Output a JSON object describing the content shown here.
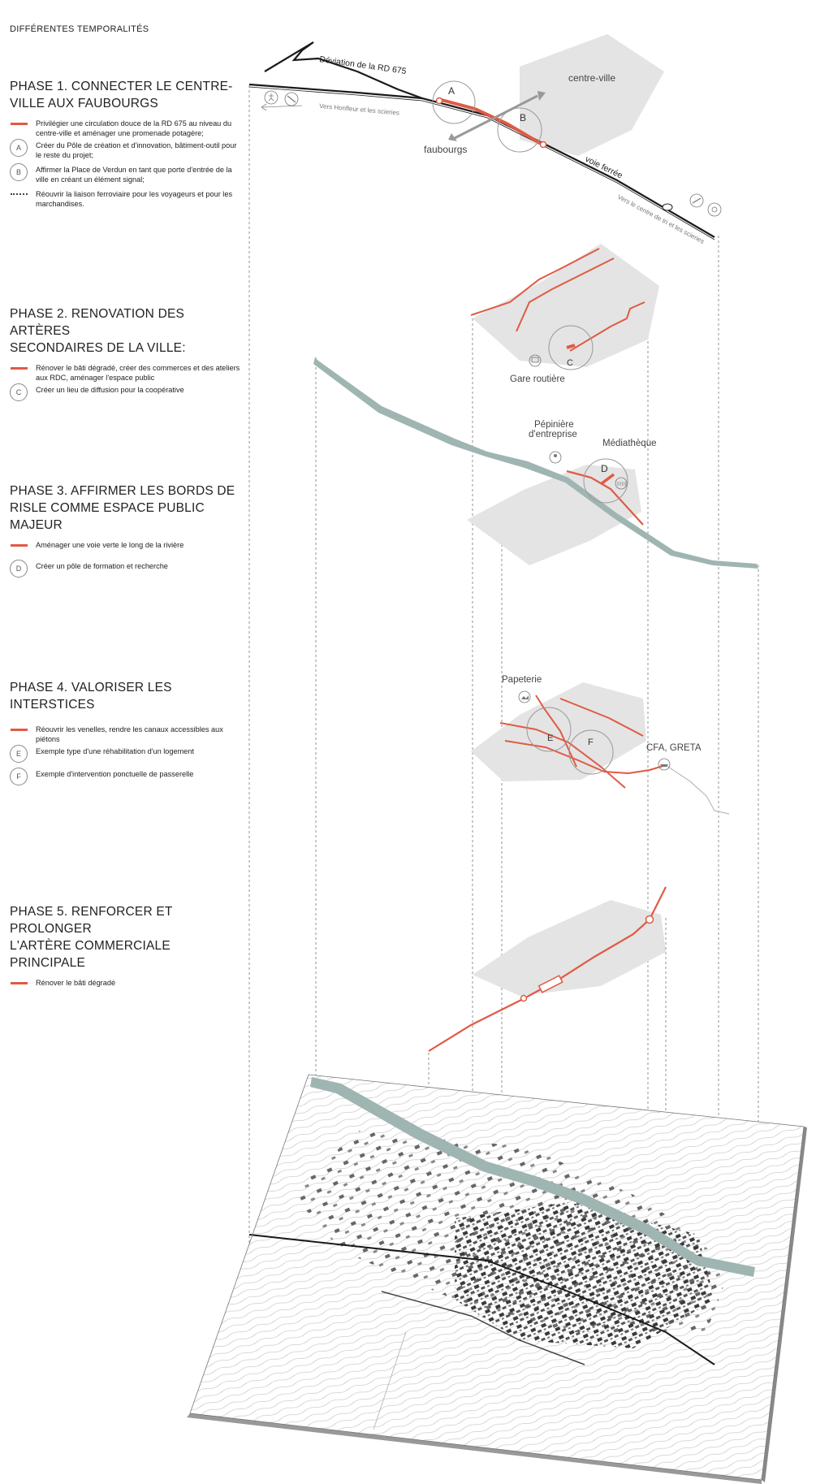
{
  "doc_title": "DIFFÉRENTES TEMPORALITÉS",
  "phases": [
    {
      "title_l1": "PHASE 1. CONNECTER LE CENTRE-",
      "title_l2": "VILLE AUX FAUBOURGS",
      "legend": [
        {
          "type": "line",
          "text": "Privilégier une circulation douce de la RD 675 au niveau du centre-ville et aménager une promenade potagère;"
        },
        {
          "type": "circle",
          "key": "A",
          "text": "Créer du Pôle de création et d'innovation, bâtiment-outil pour le reste du projet;"
        },
        {
          "type": "circle",
          "key": "B",
          "text": "Affirmer la Place de Verdun en tant que porte d'entrée de la ville en créant un élément signal;"
        },
        {
          "type": "dots",
          "text": "Réouvrir la liaison ferroviaire pour les voyageurs et pour les marchandises."
        }
      ]
    },
    {
      "title_l1": "PHASE 2. RENOVATION DES ARTÈRES",
      "title_l2": "SECONDAIRES DE LA VILLE:",
      "legend": [
        {
          "type": "line",
          "text": "Rénover le bâti dégradé, créer des commerces et des ateliers aux RDC, aménager l'espace public"
        },
        {
          "type": "circle",
          "key": "C",
          "text": "Créer un lieu de diffusion pour la coopérative"
        }
      ]
    },
    {
      "title_l1": "PHASE 3. AFFIRMER LES BORDS DE",
      "title_l2": "RISLE COMME ESPACE PUBLIC MAJEUR",
      "legend": [
        {
          "type": "line",
          "text": "Aménager une voie verte le long de la rivière"
        },
        {
          "type": "circle",
          "key": "D",
          "text": "Créer un pôle de formation et recherche"
        }
      ]
    },
    {
      "title_l1": "PHASE 4. VALORISER LES INTERSTICES",
      "title_l2": "",
      "legend": [
        {
          "type": "line",
          "text": "Réouvrir les venelles, rendre les canaux accessibles aux piétons"
        },
        {
          "type": "circle",
          "key": "E",
          "text": "Exemple type d'une réhabilitation d'un logement"
        },
        {
          "type": "circle",
          "key": "F",
          "text": "Exemple d'intervention ponctuelle de passerelle"
        }
      ]
    },
    {
      "title_l1": "PHASE 5. RENFORCER ET PROLONGER",
      "title_l2": "L'ARTÈRE COMMERCIALE PRINCIPALE",
      "legend": [
        {
          "type": "line",
          "text": "Rénover le bâti dégradé"
        }
      ]
    }
  ],
  "diagram": {
    "deviation_label": "Déviation de la  RD 675",
    "centre_ville_label": "centre-ville",
    "faubourgs_label": "faubourgs",
    "voie_ferree_label": "voie ferrée",
    "vers_honfleur_label": "Vers Honfleur et les scieries",
    "vers_centre_label": "Vers le centre de tri et les scieries",
    "gare_routiere_label": "Gare routière",
    "pepiniere_l1": "Pépinière",
    "pepiniere_l2": "d'entreprise",
    "mediatheque_label": "Médiathèque",
    "papeterie_label": "Papeterie",
    "cfa_label": "CFA, GRETA",
    "marker_a": "A",
    "marker_b": "B",
    "marker_c": "C",
    "marker_d": "D",
    "marker_e": "E",
    "marker_f": "F"
  },
  "colors": {
    "accent_red": "#e05a44",
    "zone_grey": "#e4e4e4",
    "river": "#9fb5b2",
    "line_dark": "#1a1a1a"
  },
  "icons": [
    "pedestrian-icon",
    "no-entry-icon",
    "bus-icon",
    "people-icon",
    "library-icon",
    "factory-icon",
    "boat-icon",
    "recycle-icon"
  ]
}
